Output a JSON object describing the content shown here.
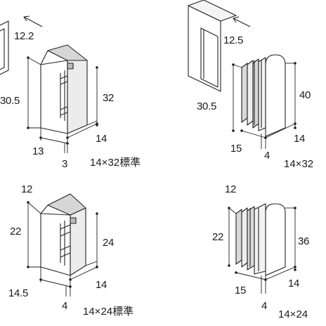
{
  "top_left": {
    "dims": {
      "a": "12.2",
      "b": "30.5",
      "c": "32",
      "d": "14",
      "e": "13",
      "f": "3"
    },
    "caption": "14×32標準"
  },
  "top_right": {
    "dims": {
      "a": "12.5",
      "b": "30.5",
      "c": "40",
      "d": "14",
      "e": "15",
      "f": "4"
    },
    "caption": "14×32"
  },
  "bottom_left": {
    "dims": {
      "a": "12",
      "b": "22",
      "c": "24",
      "d": "14",
      "e": "14.5",
      "f": "4"
    },
    "caption": "14×24標準"
  },
  "bottom_right": {
    "dims": {
      "a": "12",
      "b": "22",
      "c": "36",
      "d": "14",
      "e": "15",
      "f": "4"
    },
    "caption": "14×24"
  }
}
